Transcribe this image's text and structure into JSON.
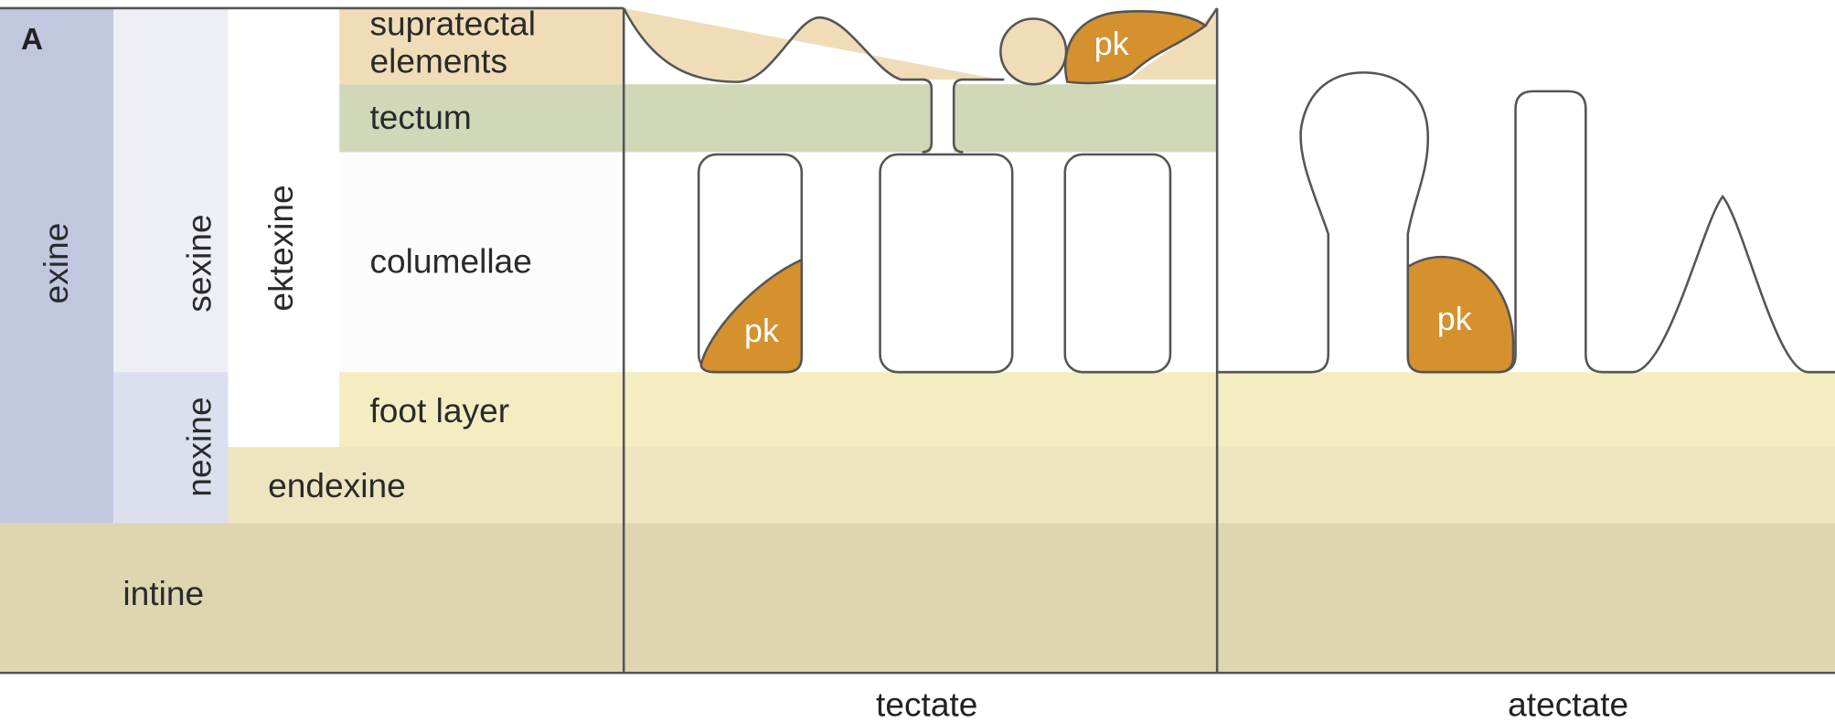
{
  "figure": {
    "panel_letter": "A",
    "layers": {
      "exine": "exine",
      "sexine": "sexine",
      "nexine": "nexine",
      "ektexine": "ektexine",
      "supratectal": "supratectal",
      "supratectal_2": "elements",
      "tectum": "tectum",
      "columellae": "columellae",
      "foot_layer": "foot layer",
      "endexine": "endexine",
      "intine": "intine"
    },
    "pk_label": "pk",
    "panels": {
      "tectate": "tectate",
      "atectate": "atectate"
    },
    "colors": {
      "exine": "#c2c7e0",
      "sexine": "#eeeff5",
      "nexine": "#dcdfee",
      "supratectal": "#f0ddb8",
      "tectum": "#d0d8b8",
      "foot_layer": "#f4edc2",
      "endexine": "#ede5c0",
      "intine": "#ded6b0",
      "pk": "#d4912e"
    }
  }
}
